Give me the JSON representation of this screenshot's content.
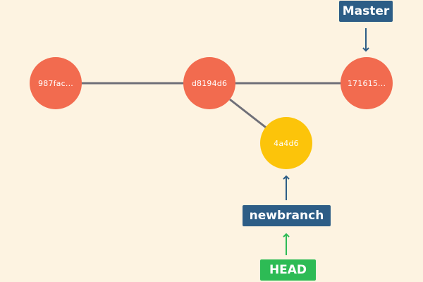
{
  "commits": [
    {
      "id": "987fac..."
    },
    {
      "id": "d8194d6"
    },
    {
      "id": "171615..."
    },
    {
      "id": "4a4d6"
    }
  ],
  "labels": {
    "master": "Master",
    "newbranch": "newbranch",
    "head": "HEAD"
  },
  "colors": {
    "background": "#fdf3e1",
    "main_commit": "#f26b4f",
    "branch_commit": "#fcc40a",
    "branch_label": "#2d5d86",
    "head_label": "#2dbb55",
    "connector": "#6f6f78",
    "branch_arrow": "#2d5d86",
    "head_arrow": "#2dbb55"
  }
}
